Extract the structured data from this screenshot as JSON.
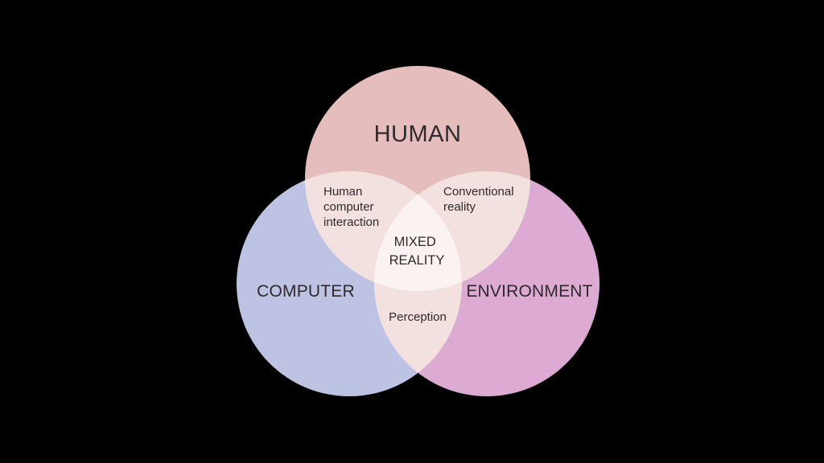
{
  "diagram": {
    "sets": {
      "human": {
        "label": "HUMAN",
        "color": "#e6bdbd"
      },
      "computer": {
        "label": "COMPUTER",
        "color": "#bfc3e3"
      },
      "environment": {
        "label": "ENVIRONMENT",
        "color": "#dcaad2"
      }
    },
    "overlaps": {
      "human_computer": [
        "Human",
        "computer",
        "interaction"
      ],
      "human_environment": [
        "Conventional",
        "reality"
      ],
      "computer_environment": [
        "Perception"
      ],
      "all": [
        "MIXED",
        "REALITY"
      ]
    },
    "colors": {
      "background": "#000000",
      "pair_overlap": "#f3e1df",
      "center_overlap": "#fbf3f1",
      "text": "#2e2a2c"
    }
  }
}
